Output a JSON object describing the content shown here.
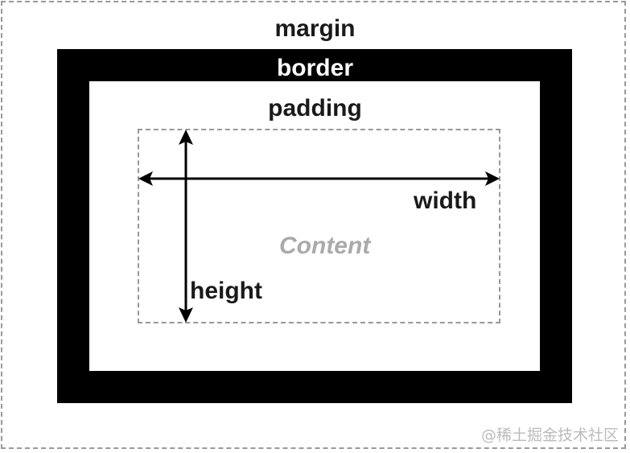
{
  "labels": {
    "margin": "margin",
    "border": "border",
    "padding": "padding",
    "width": "width",
    "height": "height",
    "content": "Content"
  },
  "watermark": "@稀土掘金技术社区",
  "colors": {
    "border_fill": "#000000",
    "dashed_outline": "#999999",
    "content_text": "#aaaaaa",
    "label_text": "#1a1a1a",
    "border_label_text": "#ffffff"
  }
}
